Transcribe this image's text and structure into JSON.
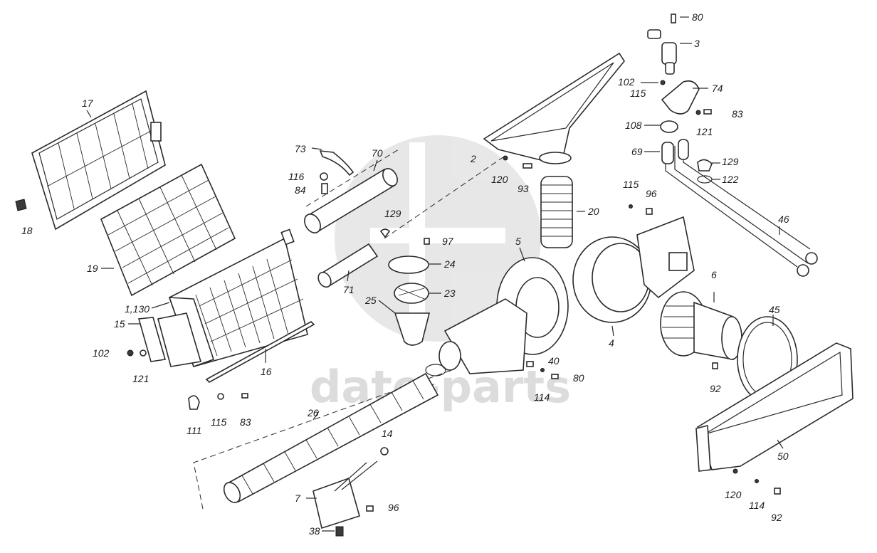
{
  "watermark": {
    "text": "date-parts",
    "color": "#9a9a9a"
  },
  "callouts": [
    {
      "id": "c80a",
      "text": "80"
    },
    {
      "id": "c3",
      "text": "3"
    },
    {
      "id": "c102a",
      "text": "102"
    },
    {
      "id": "c115a",
      "text": "115"
    },
    {
      "id": "c74",
      "text": "74"
    },
    {
      "id": "c83a",
      "text": "83"
    },
    {
      "id": "c121a",
      "text": "121"
    },
    {
      "id": "c108",
      "text": "108"
    },
    {
      "id": "c69",
      "text": "69"
    },
    {
      "id": "c129a",
      "text": "129"
    },
    {
      "id": "c122",
      "text": "122"
    },
    {
      "id": "c46",
      "text": "46"
    },
    {
      "id": "c17",
      "text": "17"
    },
    {
      "id": "c18",
      "text": "18"
    },
    {
      "id": "c19",
      "text": "19"
    },
    {
      "id": "c73",
      "text": "73"
    },
    {
      "id": "c70",
      "text": "70"
    },
    {
      "id": "c116",
      "text": "116"
    },
    {
      "id": "c84",
      "text": "84"
    },
    {
      "id": "c2",
      "text": "2"
    },
    {
      "id": "c120a",
      "text": "120"
    },
    {
      "id": "c93",
      "text": "93"
    },
    {
      "id": "c20",
      "text": "20"
    },
    {
      "id": "c115b",
      "text": "115"
    },
    {
      "id": "c96a",
      "text": "96"
    },
    {
      "id": "c129b",
      "text": "129"
    },
    {
      "id": "c97",
      "text": "97"
    },
    {
      "id": "c5",
      "text": "5"
    },
    {
      "id": "c24",
      "text": "24"
    },
    {
      "id": "c71",
      "text": "71"
    },
    {
      "id": "c23",
      "text": "23"
    },
    {
      "id": "c25",
      "text": "25"
    },
    {
      "id": "c1130",
      "text": "1,130"
    },
    {
      "id": "c15",
      "text": "15"
    },
    {
      "id": "c102b",
      "text": "102"
    },
    {
      "id": "c121b",
      "text": "121"
    },
    {
      "id": "c16",
      "text": "16"
    },
    {
      "id": "c111",
      "text": "111"
    },
    {
      "id": "c115c",
      "text": "115"
    },
    {
      "id": "c83b",
      "text": "83"
    },
    {
      "id": "c26",
      "text": "26"
    },
    {
      "id": "c40",
      "text": "40"
    },
    {
      "id": "c80b",
      "text": "80"
    },
    {
      "id": "c114a",
      "text": "114"
    },
    {
      "id": "c4",
      "text": "4"
    },
    {
      "id": "c6",
      "text": "6"
    },
    {
      "id": "c45",
      "text": "45"
    },
    {
      "id": "c92a",
      "text": "92"
    },
    {
      "id": "c50",
      "text": "50"
    },
    {
      "id": "c14",
      "text": "14"
    },
    {
      "id": "c7",
      "text": "7"
    },
    {
      "id": "c96b",
      "text": "96"
    },
    {
      "id": "c38",
      "text": "38"
    },
    {
      "id": "c120b",
      "text": "120"
    },
    {
      "id": "c114b",
      "text": "114"
    },
    {
      "id": "c92b",
      "text": "92"
    }
  ]
}
